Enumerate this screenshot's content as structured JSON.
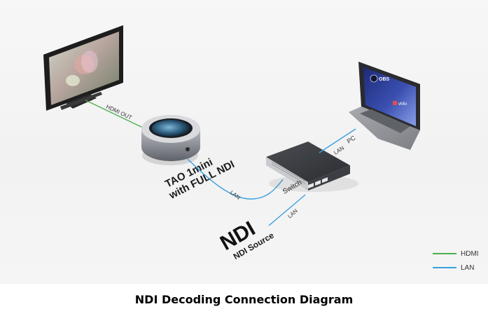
{
  "caption": "NDI Decoding Connection Diagram",
  "device": {
    "name_line1": "TAO 1mini",
    "name_line2": "with FULL NDI"
  },
  "ndi": {
    "logo": "NDI",
    "source_label": "NDI Source"
  },
  "switch_label": "Switch",
  "pc_label": "PC",
  "laptop_apps": [
    "OBS",
    "vMix"
  ],
  "link_labels": {
    "hdmi_out": "HDMI OUT",
    "lan_tao": "LAN",
    "lan_ndi": "LAN",
    "lan_pc": "LAN"
  },
  "legend": [
    {
      "label": "HDMI",
      "color": "#4caf50"
    },
    {
      "label": "LAN",
      "color": "#3aa0e0"
    }
  ],
  "colors": {
    "hdmi": "#4caf50",
    "lan": "#3aa0e0"
  },
  "icons": [
    "tv-icon",
    "tao-device-icon",
    "network-switch-icon",
    "laptop-icon",
    "obs-logo-icon",
    "vmix-logo-icon"
  ]
}
